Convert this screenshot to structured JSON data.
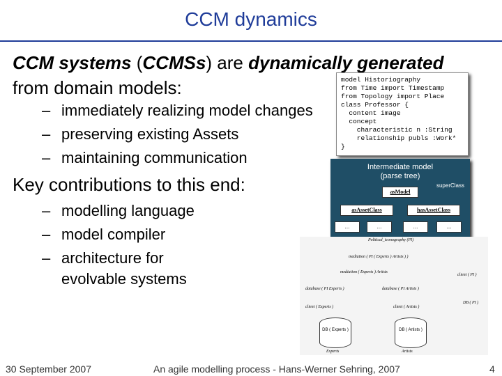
{
  "slide": {
    "title": "CCM dynamics",
    "headline": {
      "part1": "CCM systems",
      "part2": " (",
      "part3": "CCMSs",
      "part4": ") are ",
      "part5": "dynamically generated",
      "line2": "from domain models:"
    },
    "bullets1": [
      "immediately realizing model changes",
      "preserving existing Assets",
      "maintaining communication"
    ],
    "key": "Key contributions to this end:",
    "bullets2": [
      "modelling language",
      "model compiler",
      "architecture for",
      "evolvable systems"
    ],
    "dash": "–"
  },
  "code": "model Historiography\nfrom Time import Timestamp\nfrom Topology import Place\nclass Professor {\n  content image\n  concept\n    characteristic n :String\n    relationship publs :Work*\n}",
  "intermediate": {
    "title_line1": "Intermediate model",
    "title_line2": "(parse tree)",
    "superclass": "superClass",
    "root": "asModel",
    "child1": "asAssetClass",
    "child2": "hasAssetClass",
    "leaves": [
      "...",
      "...",
      "...",
      "..."
    ]
  },
  "deploy": {
    "header": "Political_iconography (PI)",
    "labels": [
      "mediation ( PI ( Experts ) Artists ) )",
      "mediation ( Experts ) Artists",
      "client ( PI )",
      "database ( PI Experts )",
      "database ( PI Artists )",
      "client ( Experts )",
      "client ( Artists )",
      "DB ( PI )"
    ],
    "db1": "DB ( Experts )",
    "db2": "DB ( Artists )",
    "cap1": "Experts",
    "cap2": "Artists"
  },
  "footer": {
    "date": "30 September 2007",
    "center": "An agile modelling process - Hans-Werner Sehring, 2007",
    "page": "4"
  }
}
